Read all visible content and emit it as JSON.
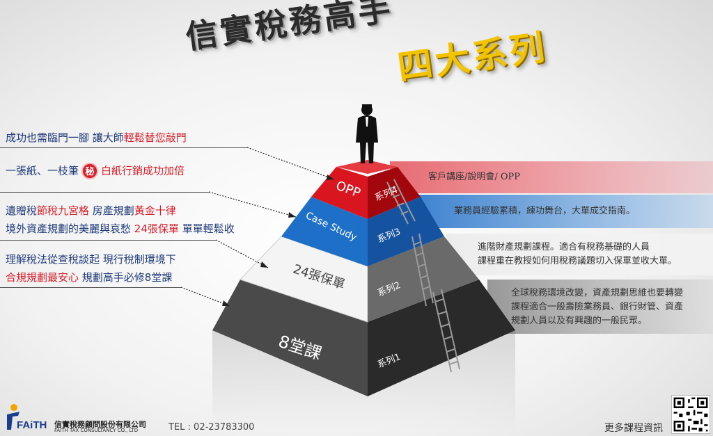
{
  "title": {
    "main": "信實稅務高手",
    "sub": "四大系列"
  },
  "left_notes": [
    {
      "parts": [
        {
          "text": "成功也需臨門一腳 讓大師",
          "red": false
        },
        {
          "text": "輕鬆替您敲門",
          "red": true
        }
      ]
    },
    {
      "parts": [
        {
          "text": "一張紙、一枝筆",
          "red": false
        }
      ],
      "badge": "秘",
      "after": [
        {
          "text": "白紙行銷成功加倍",
          "red": true
        }
      ]
    },
    {
      "parts": [
        {
          "text": "遺贈稅",
          "red": false
        },
        {
          "text": "節稅九宮格",
          "red": true
        },
        {
          "text": " 房產規劃",
          "red": false
        },
        {
          "text": "黃金十律",
          "red": true
        }
      ]
    },
    {
      "parts": [
        {
          "text": "境外資產規劃的美麗與哀愁 ",
          "red": false
        },
        {
          "text": "24張保單",
          "red": true
        },
        {
          "text": " 單單輕鬆收",
          "red": false
        }
      ]
    },
    {
      "parts": [
        {
          "text": "理解稅法從查稅談起 現行稅制環境下",
          "red": false
        }
      ]
    },
    {
      "parts": [
        {
          "text": "合規規劃最安心",
          "red": true
        },
        {
          "text": " 規劃高手必修8堂課",
          "red": false
        }
      ]
    }
  ],
  "pyramid": {
    "tiers": [
      {
        "front_label": "OPP",
        "side_label": "系列4",
        "color_front": "#d9161f",
        "color_side": "#a3070e"
      },
      {
        "front_label": "Case Study",
        "side_label": "系列3",
        "color_front": "#1e6fc8",
        "color_side": "#1553a0"
      },
      {
        "front_label": "24張保單",
        "side_label": "系列2",
        "color_front": "#f4f4f4",
        "color_side": "#6a6a6a"
      },
      {
        "front_label": "8堂課",
        "side_label": "系列1",
        "color_front": "#4a4a4a",
        "color_side": "#2a2a2a"
      }
    ]
  },
  "descriptions": [
    {
      "lines": [
        "客戶講座/說明會/ OPP"
      ]
    },
    {
      "lines": [
        "業務員經驗累積，練功舞台，大單成交指南。"
      ]
    },
    {
      "lines": [
        "進階財產規劃課程。適合有稅務基礎的人員",
        "課程重在教授如何用稅務議題切入保單並收大單。"
      ]
    },
    {
      "lines": [
        "全球稅務環境改變，資產規劃思維也要轉變",
        "課程適合一般壽險業務員、銀行財管、資產",
        "規劃人員以及有興趣的一般民眾。"
      ]
    }
  ],
  "footer": {
    "logo_text": "FAiTH",
    "company_zh": "信實稅務顧問股份有限公司",
    "company_en": "FAITH TAX CONSULTANCY CO., LTD",
    "tel": "TEL : 02-23783300",
    "more_info": "更多課程資訊"
  }
}
